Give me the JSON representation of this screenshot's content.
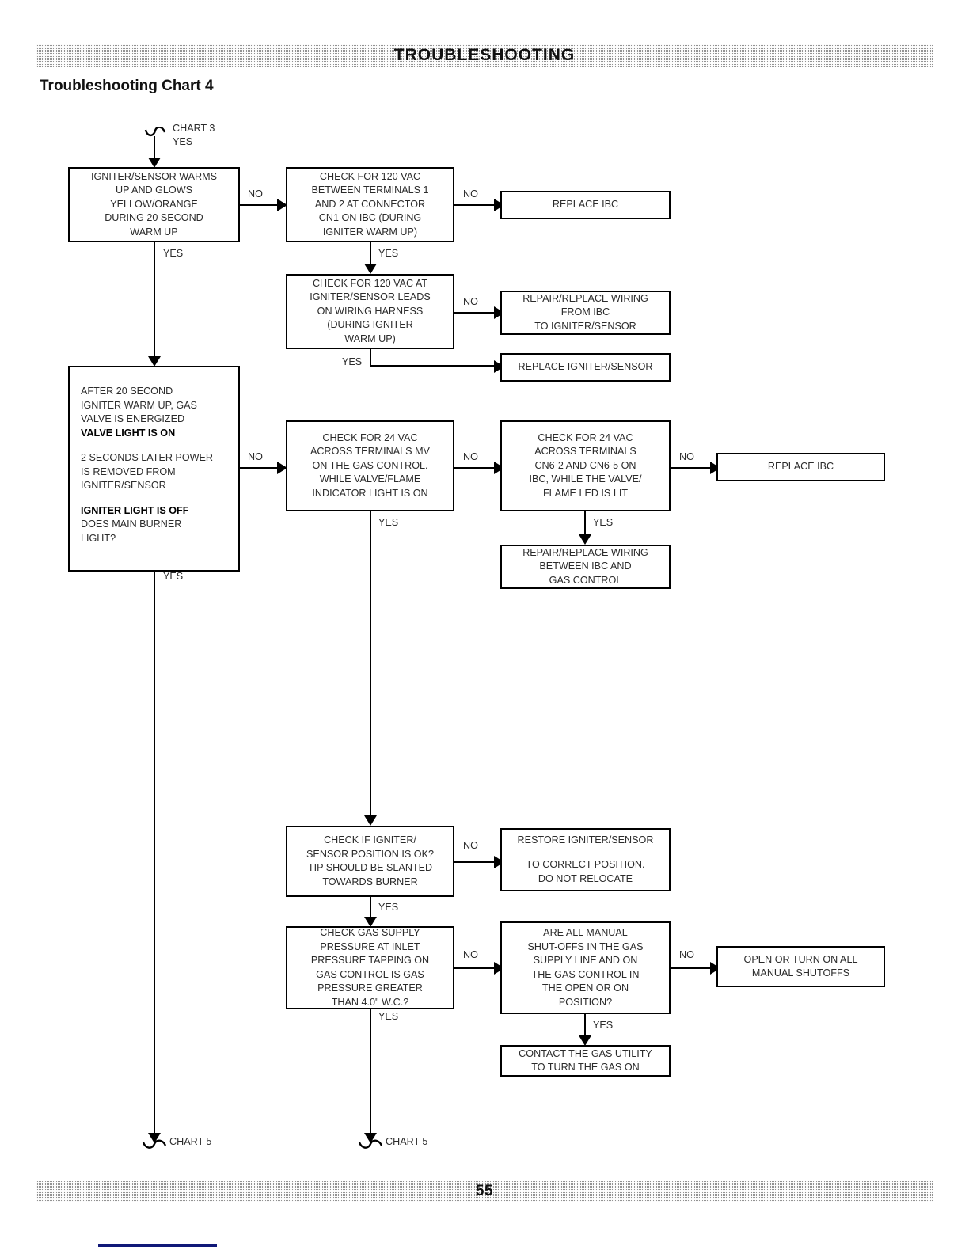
{
  "header": {
    "title": "TROUBLESHOOTING"
  },
  "footer": {
    "page_number": "55"
  },
  "page": {
    "title": "Troubleshooting Chart 4"
  },
  "chart_data": {
    "type": "diagram",
    "title": "Troubleshooting Chart 4",
    "entry": {
      "from_label": "CHART 3",
      "branch": "YES"
    },
    "exits": [
      {
        "label": "CHART 5"
      },
      {
        "label": "CHART 5"
      }
    ],
    "nodes": {
      "igniter_warms": "IGNITER/SENSOR WARMS UP AND GLOWS YELLOW/ORANGE DURING 20 SECOND WARM UP",
      "check_120_cn1": "CHECK FOR 120 VAC BETWEEN TERMINALS 1 AND 2 AT CONNECTOR CN1 ON IBC (DURING IGNITER WARM UP)",
      "replace_ibc_1": "REPLACE IBC",
      "check_120_leads": "CHECK FOR 120 VAC AT IGNITER/SENSOR LEADS ON WIRING HARNESS (DURING IGNITER WARM UP)",
      "repair_wiring_ibc": "REPAIR/REPLACE WIRING FROM IBC TO IGNITER/SENSOR",
      "replace_igniter": "REPLACE IGNITER/SENSOR",
      "after_20_sec": "AFTER 20 SECOND IGNITER WARM UP, GAS VALVE IS ENERGIZED / VALVE LIGHT IS ON / 2 SECONDS LATER POWER IS REMOVED FROM IGNITER/SENSOR / IGNITER LIGHT IS OFF / DOES MAIN BURNER LIGHT?",
      "check_24_mv": "CHECK FOR 24 VAC ACROSS TERMINALS MV ON THE GAS CONTROL. WHILE VALVE/FLAME INDICATOR LIGHT IS ON",
      "check_24_cn6": "CHECK FOR 24 VAC ACROSS TERMINALS CN6-2 AND CN6-5 ON IBC, WHILE THE VALVE/FLAME LED IS LIT",
      "replace_ibc_2": "REPLACE IBC",
      "repair_wiring_gas": "REPAIR/REPLACE WIRING BETWEEN IBC AND GAS CONTROL",
      "check_position": "CHECK IF IGNITER/ SENSOR POSITION IS OK? TIP SHOULD BE SLANTED TOWARDS BURNER",
      "restore_position": "RESTORE IGNITER/SENSOR TO CORRECT POSITION. DO NOT RELOCATE",
      "check_gas_pressure": "CHECK GAS SUPPLY PRESSURE AT INLET PRESSURE TAPPING ON GAS CONTROL IS GAS PRESSURE GREATER THAN 4.0\" W.C.?",
      "manual_shutoffs": "ARE ALL MANUAL SHUT-OFFS IN THE GAS SUPPLY LINE AND ON THE GAS CONTROL IN THE OPEN OR ON POSITION?",
      "open_shutoffs": "OPEN OR TURN ON ALL MANUAL SHUTOFFS",
      "contact_utility": "CONTACT THE GAS UTILITY TO TURN THE GAS ON"
    }
  },
  "boxes": {
    "igniter_warms": {
      "l1": "IGNITER/SENSOR WARMS",
      "l2": "UP AND GLOWS",
      "l3": "YELLOW/ORANGE",
      "l4": "DURING 20 SECOND",
      "l5": "WARM UP"
    },
    "check_120_cn1": {
      "l1": "CHECK FOR 120 VAC",
      "l2": "BETWEEN TERMINALS 1",
      "l3": "AND 2 AT CONNECTOR",
      "l4": "CN1 ON IBC (DURING",
      "l5": "IGNITER WARM UP)"
    },
    "replace_ibc_1": {
      "l1": "REPLACE IBC"
    },
    "check_120_leads": {
      "l1": "CHECK FOR 120 VAC AT",
      "l2": "IGNITER/SENSOR LEADS",
      "l3": "ON WIRING HARNESS",
      "l4": "(DURING IGNITER",
      "l5": "WARM UP)"
    },
    "repair_wiring_ibc": {
      "l1": "REPAIR/REPLACE WIRING",
      "l2": "FROM IBC",
      "l3": "TO IGNITER/SENSOR"
    },
    "replace_igniter": {
      "l1": "REPLACE IGNITER/SENSOR"
    },
    "after_20_sec": {
      "l1": "AFTER 20 SECOND",
      "l2": "IGNITER WARM UP, GAS",
      "l3": "VALVE IS ENERGIZED",
      "l4": "VALVE LIGHT IS ON",
      "l5": "2 SECONDS LATER POWER",
      "l6": "IS REMOVED FROM",
      "l7": "IGNITER/SENSOR",
      "l8": "IGNITER LIGHT IS OFF",
      "l9": "DOES MAIN BURNER",
      "l10": "LIGHT?"
    },
    "check_24_mv": {
      "l1": "CHECK FOR 24 VAC",
      "l2": "ACROSS TERMINALS MV",
      "l3": "ON THE GAS CONTROL.",
      "l4": "WHILE VALVE/FLAME",
      "l5": "INDICATOR LIGHT IS ON"
    },
    "check_24_cn6": {
      "l1": "CHECK FOR 24 VAC",
      "l2": "ACROSS TERMINALS",
      "l3": "CN6-2 AND CN6-5 ON",
      "l4": "IBC, WHILE THE VALVE/",
      "l5": "FLAME LED IS LIT"
    },
    "replace_ibc_2": {
      "l1": "REPLACE IBC"
    },
    "repair_wiring_gas": {
      "l1": "REPAIR/REPLACE WIRING",
      "l2": "BETWEEN IBC AND",
      "l3": "GAS CONTROL"
    },
    "check_position": {
      "l1": "CHECK IF IGNITER/",
      "l2": "SENSOR POSITION IS OK?",
      "l3": "TIP SHOULD BE SLANTED",
      "l4": "TOWARDS BURNER"
    },
    "restore_position": {
      "l1": "RESTORE IGNITER/SENSOR",
      "l2": "TO CORRECT POSITION.",
      "l3": "DO NOT RELOCATE"
    },
    "check_gas_pressure": {
      "l1": "CHECK GAS SUPPLY",
      "l2": "PRESSURE AT INLET",
      "l3": "PRESSURE TAPPING ON",
      "l4": "GAS CONTROL IS GAS",
      "l5": "PRESSURE GREATER",
      "l6": "THAN 4.0\" W.C.?"
    },
    "manual_shutoffs": {
      "l1": "ARE ALL MANUAL",
      "l2": "SHUT-OFFS IN THE GAS",
      "l3": "SUPPLY LINE AND ON",
      "l4": "THE GAS CONTROL IN",
      "l5": "THE OPEN OR ON",
      "l6": "POSITION?"
    },
    "open_shutoffs": {
      "l1": "OPEN OR TURN ON ALL",
      "l2": "MANUAL SHUTOFFS"
    },
    "contact_utility": {
      "l1": "CONTACT THE GAS UTILITY",
      "l2": "TO TURN THE GAS ON"
    }
  },
  "labels": {
    "entry_chart3": "CHART 3",
    "entry_yes": "YES",
    "no_1": "NO",
    "no_2": "NO",
    "yes_1": "YES",
    "yes_2": "YES",
    "no_3": "NO",
    "yes_3": "YES",
    "no_4": "NO",
    "no_5": "NO",
    "no_6": "NO",
    "yes_4": "YES",
    "yes_5": "YES",
    "yes_6": "YES",
    "no_7": "NO",
    "yes_7": "YES",
    "no_8": "NO",
    "no_9": "NO",
    "yes_8": "YES",
    "exit_chart5_a": "CHART 5",
    "exit_chart5_b": "CHART 5"
  }
}
